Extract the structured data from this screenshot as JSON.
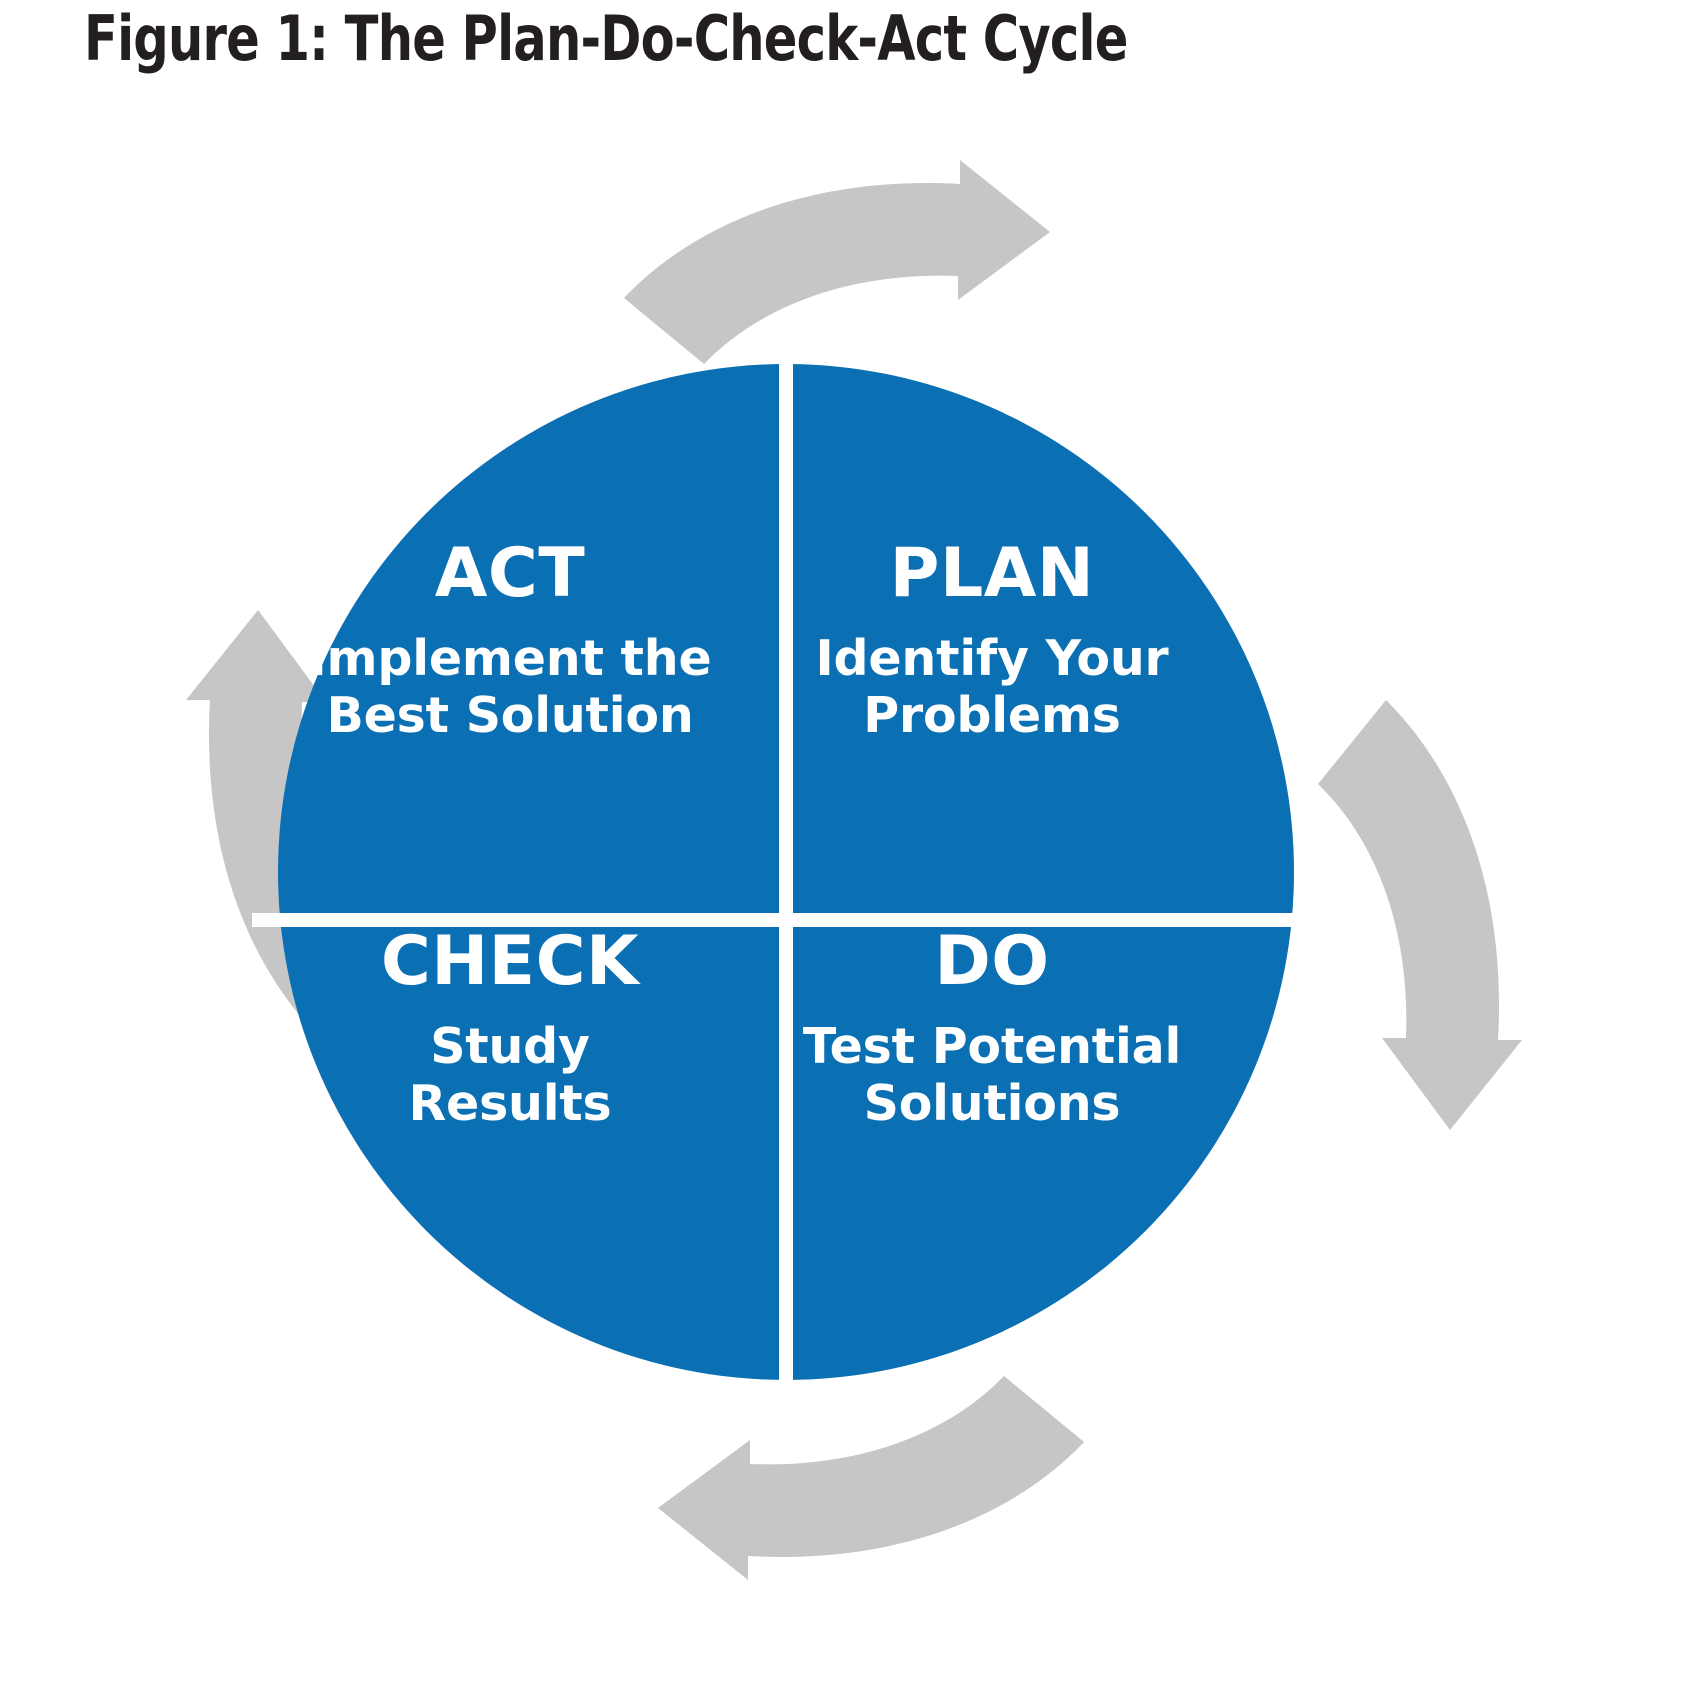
{
  "figure": {
    "title": "Figure 1: The Plan-Do-Check-Act Cycle"
  },
  "colors": {
    "wheel_blue": "#0B6FB4",
    "arrow_gray": "#C6C6C6",
    "title_black": "#231F20",
    "divider_white": "#FFFFFF",
    "background": "#FFFFFF"
  },
  "chart_data": {
    "type": "pie",
    "title": "Figure 1: The Plan-Do-Check-Act Cycle",
    "xlabel": "",
    "ylabel": "",
    "legend_position": "none",
    "grid": false,
    "categories": [
      "PLAN",
      "DO",
      "CHECK",
      "ACT"
    ],
    "values": [
      25,
      25,
      25,
      25
    ],
    "annotations": [
      "Identify Your Problems",
      "Test Potential Solutions",
      "Study Results",
      "Implement the Best Solution"
    ]
  },
  "wheel": {
    "quadrants": [
      {
        "id": "plan",
        "position": "top-right",
        "title": "PLAN",
        "description_line1": "Identify Your",
        "description_line2": "Problems"
      },
      {
        "id": "do",
        "position": "bottom-right",
        "title": "DO",
        "description_line1": "Test Potential",
        "description_line2": "Solutions"
      },
      {
        "id": "check",
        "position": "bottom-left",
        "title": "CHECK",
        "description_line1": "Study",
        "description_line2": "Results"
      },
      {
        "id": "act",
        "position": "top-left",
        "title": "ACT",
        "description_line1": "Implement the",
        "description_line2": "Best Solution"
      }
    ]
  },
  "arrows": [
    {
      "id": "arrow-top",
      "icon": "curved-arrow-right-icon",
      "direction": "clockwise-top",
      "points_to": "PLAN"
    },
    {
      "id": "arrow-right",
      "icon": "curved-arrow-down-icon",
      "direction": "clockwise-right",
      "points_to": "DO"
    },
    {
      "id": "arrow-bottom",
      "icon": "curved-arrow-left-icon",
      "direction": "clockwise-bottom",
      "points_to": "CHECK"
    },
    {
      "id": "arrow-left",
      "icon": "curved-arrow-up-icon",
      "direction": "clockwise-left",
      "points_to": "ACT"
    }
  ]
}
